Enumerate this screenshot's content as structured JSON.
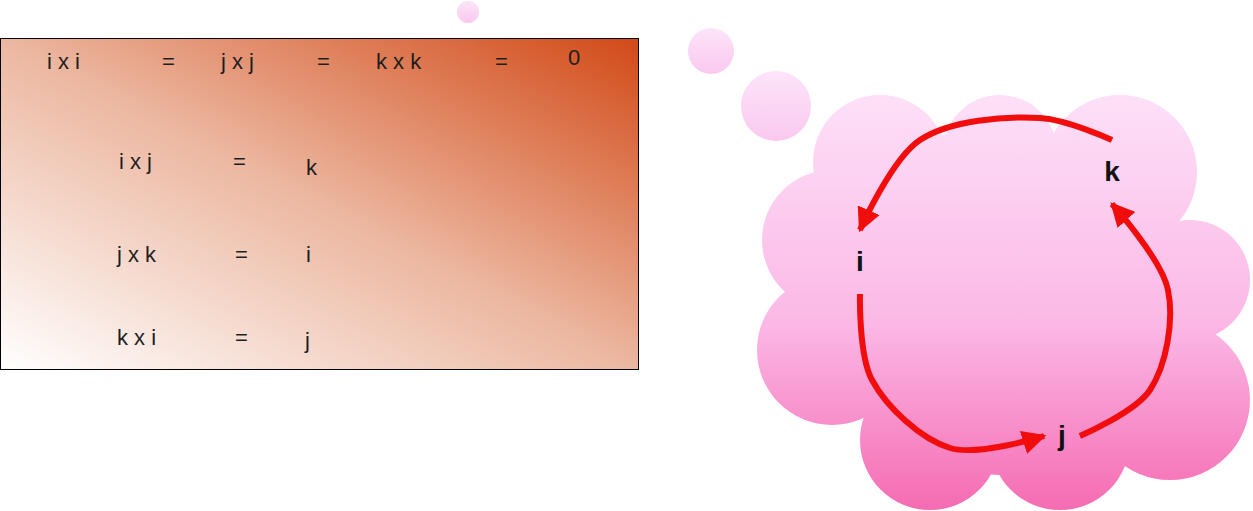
{
  "diagram": {
    "nodes": [
      {
        "text": [
          "i x i",
          "=",
          "j x j",
          "=",
          "k x k",
          "=",
          "0",
          "i x j",
          "=",
          "k",
          "j x k",
          "=",
          "i",
          "k x i",
          "=",
          "j"
        ]
      },
      {
        "text": [
          "i"
        ]
      },
      {
        "text": [
          "j"
        ]
      },
      {
        "text": [
          "k"
        ]
      }
    ],
    "edges": [
      {
        "from": 1,
        "to": 2,
        "arrow": "to"
      },
      {
        "from": 2,
        "to": 3,
        "arrow": "to"
      },
      {
        "from": 3,
        "to": 1,
        "arrow": "to"
      }
    ]
  }
}
